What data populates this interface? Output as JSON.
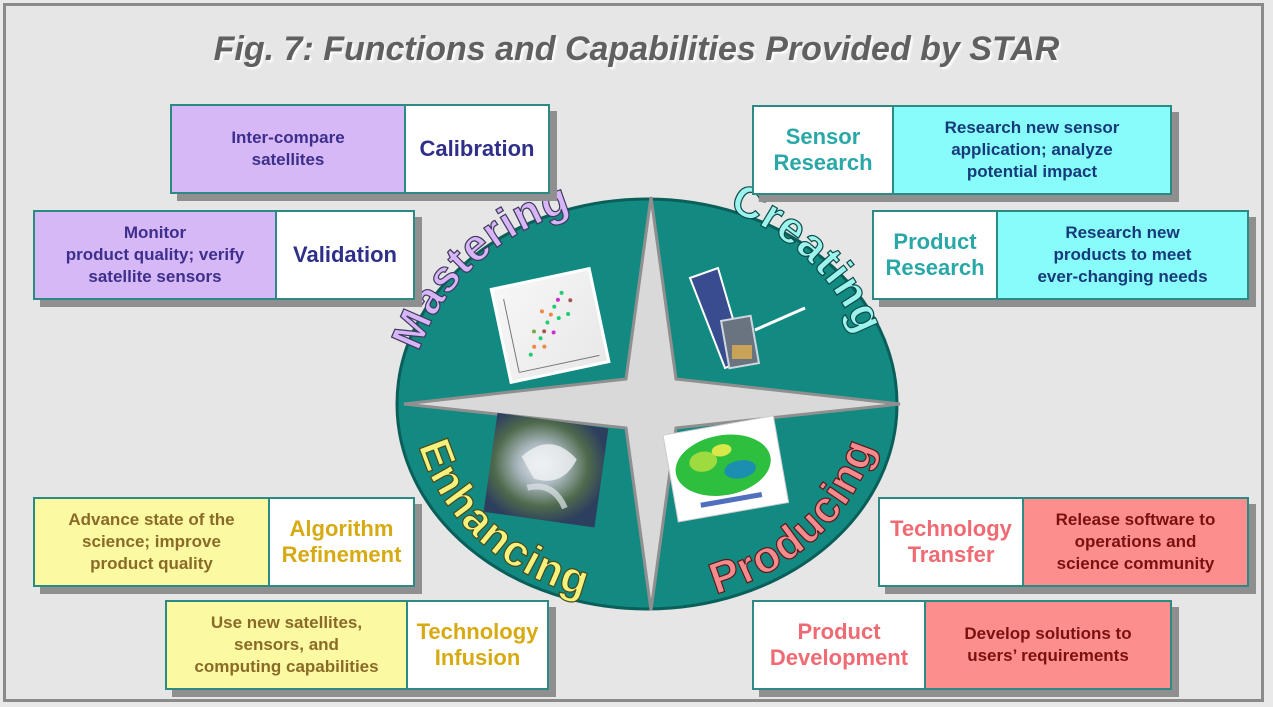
{
  "title": "Fig. 7: Functions and Capabilities Provided by STAR",
  "colors": {
    "teal": "#128a82",
    "star": "#d9d9d9",
    "mastering_text": "#d8b4f8",
    "creating_text": "#9ff3ef",
    "enhancing_text": "#f4f27c",
    "producing_text": "#f48a8e"
  },
  "compass": {
    "mastering": "Mastering",
    "creating": "Creating",
    "enhancing": "Enhancing",
    "producing": "Producing"
  },
  "cards": {
    "calibration": {
      "desc": [
        "Inter-compare",
        "satellites"
      ],
      "name": [
        "Calibration"
      ]
    },
    "validation": {
      "desc": [
        "Monitor",
        "product quality; verify",
        "satellite sensors"
      ],
      "name": [
        "Validation"
      ]
    },
    "sensor_research": {
      "name": [
        "Sensor",
        "Research"
      ],
      "desc": [
        "Research new sensor",
        "application; analyze",
        "potential impact"
      ]
    },
    "product_research": {
      "name": [
        "Product",
        "Research"
      ],
      "desc": [
        "Research new",
        "products to meet",
        "ever-changing needs"
      ]
    },
    "algorithm_refinement": {
      "desc": [
        "Advance state of the",
        "science; improve",
        "product quality"
      ],
      "name": [
        "Algorithm",
        "Refinement"
      ]
    },
    "technology_infusion": {
      "desc": [
        "Use new satellites,",
        "sensors, and",
        "computing capabilities"
      ],
      "name": [
        "Technology",
        "Infusion"
      ]
    },
    "technology_transfer": {
      "name": [
        "Technology",
        "Transfer"
      ],
      "desc": [
        "Release software to",
        "operations and",
        "science community"
      ]
    },
    "product_development": {
      "name": [
        "Product",
        "Development"
      ],
      "desc": [
        "Develop solutions to",
        "users’ requirements"
      ]
    }
  }
}
